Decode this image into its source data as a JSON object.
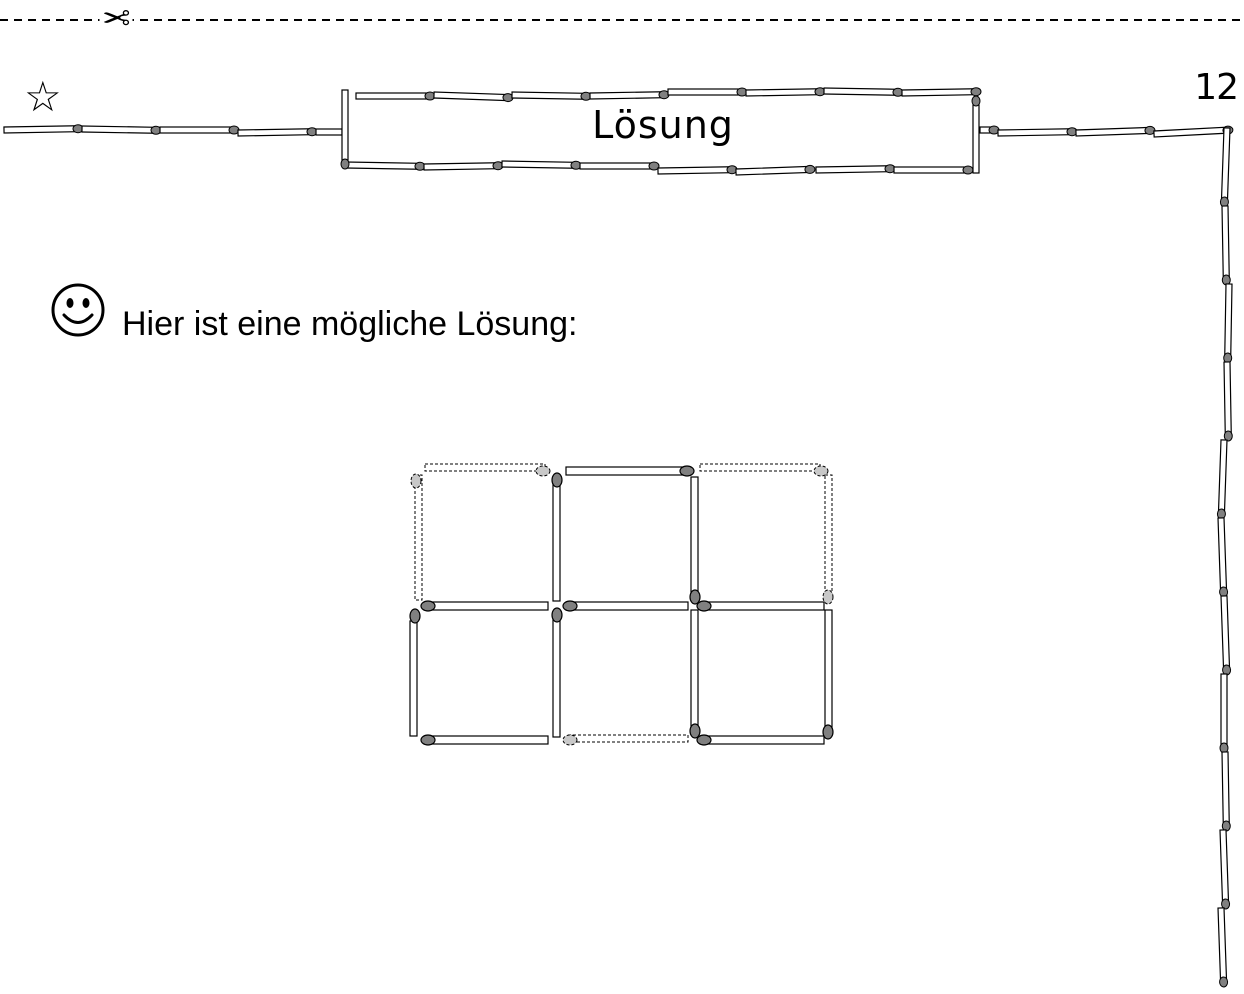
{
  "header": {
    "title": "Lösung",
    "page_number": "12",
    "scissors_icon": "scissors-icon",
    "star_icon": "star-icon"
  },
  "intro": {
    "icon": "smiley-icon",
    "text": "Hier ist eine mögliche Lösung:"
  },
  "colors": {
    "match_head": "#808080",
    "removed_match_head": "#c8c8c8",
    "outline": "#000000"
  }
}
